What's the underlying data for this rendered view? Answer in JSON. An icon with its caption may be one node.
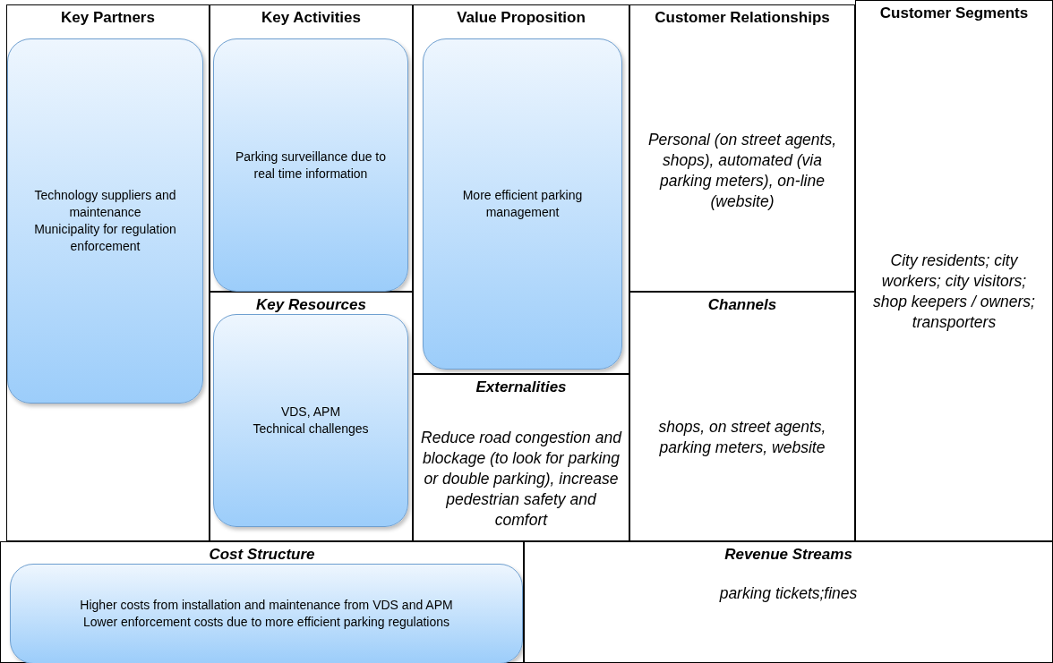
{
  "diagram": {
    "nodes": [
      {
        "text": [
          "Key Partners"
        ]
      },
      {
        "text": [
          "Technology suppliers and maintenance",
          "Municipality for regulation enforcement"
        ],
        "in": 0
      },
      {
        "text": [
          "Key Activities"
        ]
      },
      {
        "text": [
          "Parking surveillance due to real time information"
        ],
        "in": 2
      },
      {
        "text": [
          "Key Resources"
        ]
      },
      {
        "text": [
          "VDS, APM",
          "Technical challenges"
        ],
        "in": 4
      },
      {
        "text": [
          "Value Proposition"
        ]
      },
      {
        "text": [
          "More efficient parking management"
        ],
        "in": 6
      },
      {
        "text": [
          "Customer Relationships",
          "Personal (on street agents, shops), automated (via parking meters), on-line (website)"
        ]
      },
      {
        "text": [
          "Customer Segments",
          "City residents; city workers; city visitors; shop keepers / owners; transporters"
        ]
      },
      {
        "text": [
          "Externalities",
          "Reduce road congestion and blockage (to look for parking or double parking), increase pedestrian safety and comfort"
        ]
      },
      {
        "text": [
          "Channels",
          "shops, on street agents, parking meters, website"
        ]
      },
      {
        "text": [
          "Cost Structure"
        ]
      },
      {
        "text": [
          "Higher costs from installation and maintenance from VDS and APM",
          "Lower enforcement costs due to more efficient parking regulations"
        ],
        "in": 12
      },
      {
        "text": [
          "Revenue Streams",
          "parking tickets;fines"
        ]
      }
    ]
  }
}
